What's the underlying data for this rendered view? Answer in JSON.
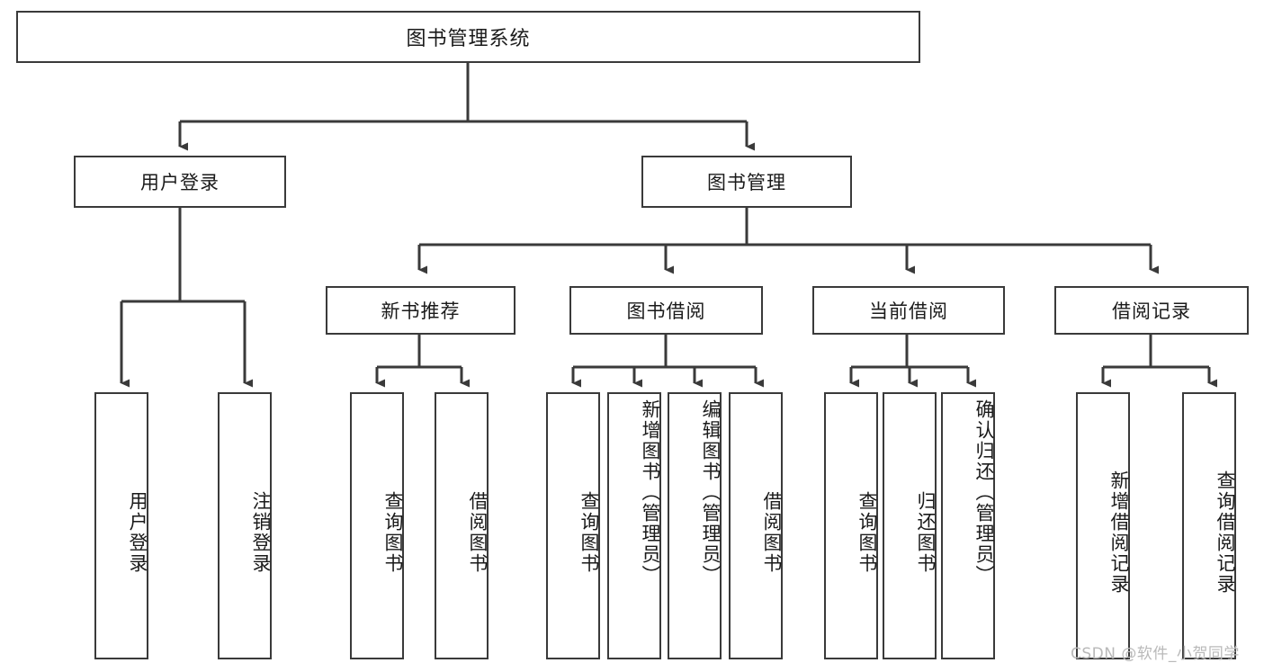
{
  "diagram": {
    "title": "图书管理系统",
    "type": "tree",
    "root": {
      "label": "图书管理系统"
    },
    "level2": [
      {
        "label": "用户登录"
      },
      {
        "label": "图书管理"
      }
    ],
    "level3": [
      {
        "label": "新书推荐"
      },
      {
        "label": "图书借阅"
      },
      {
        "label": "当前借阅"
      },
      {
        "label": "借阅记录"
      }
    ],
    "leaves": {
      "user_login": [
        {
          "label": "用户登录"
        },
        {
          "label": "注销登录"
        }
      ],
      "new_book_recommend": [
        {
          "label": "查询图书"
        },
        {
          "label": "借阅图书"
        }
      ],
      "book_borrow": [
        {
          "label": "查询图书"
        },
        {
          "label": "新增图书（管理员）"
        },
        {
          "label": "编辑图书（管理员）"
        },
        {
          "label": "借阅图书"
        }
      ],
      "current_borrow": [
        {
          "label": "查询图书"
        },
        {
          "label": "归还图书"
        },
        {
          "label": "确认归还（管理员）"
        }
      ],
      "borrow_record": [
        {
          "label": "新增借阅记录"
        },
        {
          "label": "查询借阅记录"
        }
      ]
    }
  },
  "watermark": {
    "text": "CSDN @软件_小贺同学"
  },
  "colors": {
    "border": "#3a3a3a",
    "text": "#1a1a1a",
    "background": "#ffffff",
    "watermark": "#b9b9b9"
  }
}
